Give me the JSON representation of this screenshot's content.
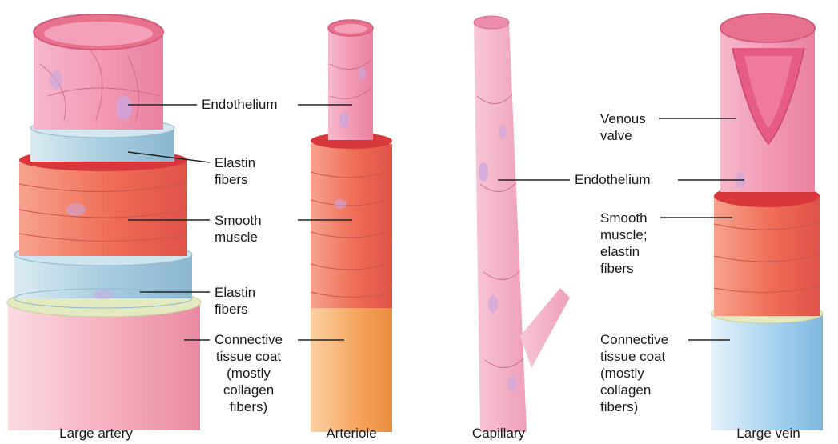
{
  "vessels": [
    {
      "caption": "Large artery",
      "labels": {
        "endothelium": "Endothelium",
        "elastin_upper": "Elastin\nfibers",
        "smooth_muscle": "Smooth\nmuscle",
        "elastin_lower": "Elastin\nfibers",
        "connective": "Connective\ntissue coat\n(mostly\ncollagen\nfibers)"
      }
    },
    {
      "caption": "Arteriole"
    },
    {
      "caption": "Capillary",
      "labels": {
        "endothelium": "Endothelium"
      }
    },
    {
      "caption": "Large vein",
      "labels": {
        "valve": "Venous\nvalve",
        "smooth_muscle_elastin": "Smooth\nmuscle;\nelastin\nfibers",
        "connective": "Connective\ntissue coat\n(mostly\ncollagen\nfibers)"
      }
    }
  ],
  "colors": {
    "endothelium": "#f2a7bf",
    "elastin": "#b9d8e6",
    "smooth_muscle": "#ee7a64",
    "muscle_rim": "#d93a3e",
    "connective_artery": "#f5c9d2",
    "connective_ring": "#e6ecbf",
    "arteriole_coat": "#f6a862",
    "vein_coat": "#a9d3ef",
    "capillary": "#f4b3c6",
    "nucleus": "#c9a7e0"
  }
}
